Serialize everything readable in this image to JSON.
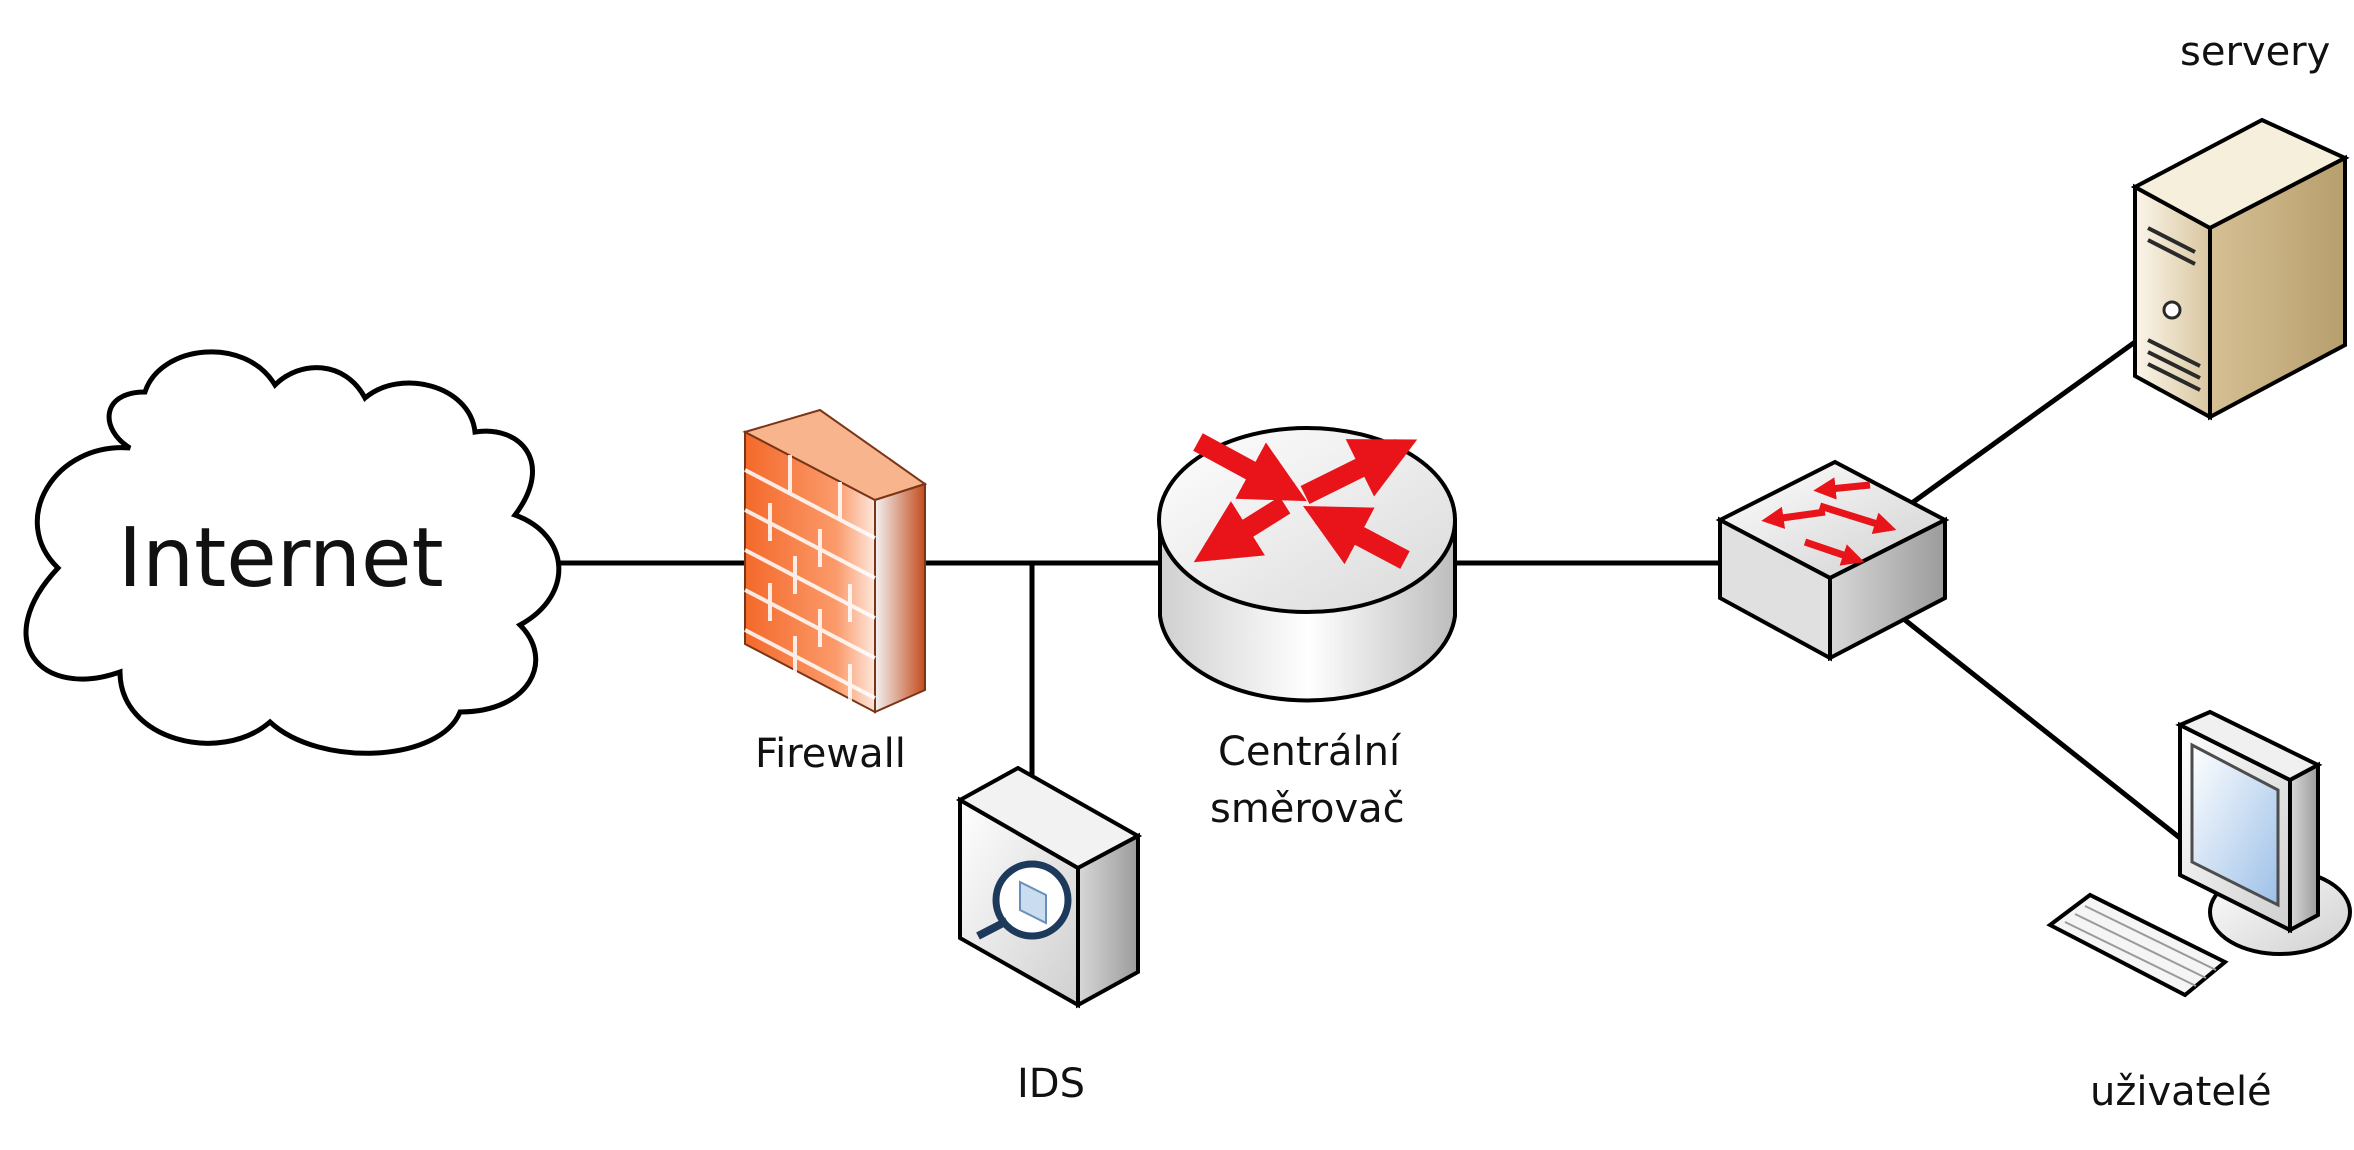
{
  "diagram": {
    "nodes": {
      "internet": {
        "label": "Internet",
        "type": "cloud"
      },
      "firewall": {
        "label": "Firewall",
        "type": "firewall"
      },
      "ids": {
        "label": "IDS",
        "type": "ids"
      },
      "router": {
        "label_line1": "Centrální",
        "label_line2": "směrovač",
        "type": "router"
      },
      "switch": {
        "type": "switch"
      },
      "servers": {
        "label": "servery",
        "type": "server"
      },
      "users": {
        "label": "uživatelé",
        "type": "workstation"
      }
    },
    "edges": [
      [
        "internet",
        "firewall"
      ],
      [
        "firewall",
        "router"
      ],
      [
        "firewall-router-link",
        "ids"
      ],
      [
        "router",
        "switch"
      ],
      [
        "switch",
        "servers"
      ],
      [
        "switch",
        "users"
      ]
    ],
    "colors": {
      "link": "#000000",
      "firewall_brick": "#f07a3e",
      "router_arrows": "#e8141a",
      "server_body": "#e9dcb8",
      "device_gray": "#e6e6e6"
    }
  }
}
